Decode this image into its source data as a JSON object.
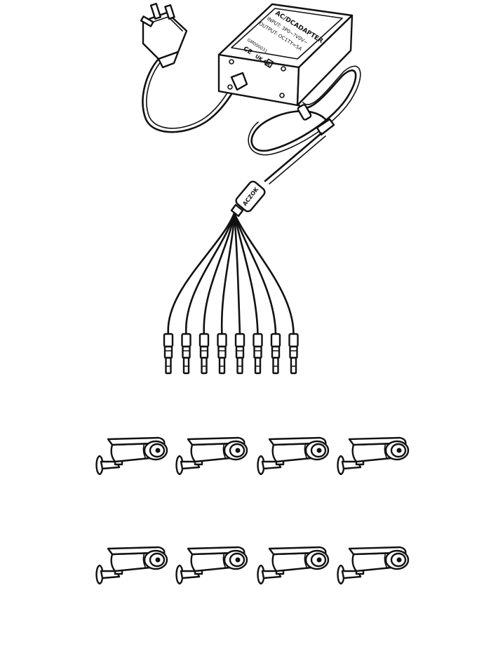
{
  "adapter": {
    "title": "AC/DCADAPTER",
    "input": "INPUT: 3P0~?V0V~",
    "output": "OUTPUT: OC1TY=5A",
    "model": "GM000031",
    "marks": [
      "CE",
      "UK CA"
    ],
    "icon": "power-adapter-icon"
  },
  "splitter": {
    "label": "ACZOK",
    "outputs": 8,
    "icon": "dc-splitter-icon"
  },
  "plug": {
    "icon": "uk-plug-icon"
  },
  "cameras": {
    "count": 8,
    "icon": "cctv-camera-icon",
    "colors": {
      "line": "#111111",
      "fill": "#ffffff"
    }
  }
}
